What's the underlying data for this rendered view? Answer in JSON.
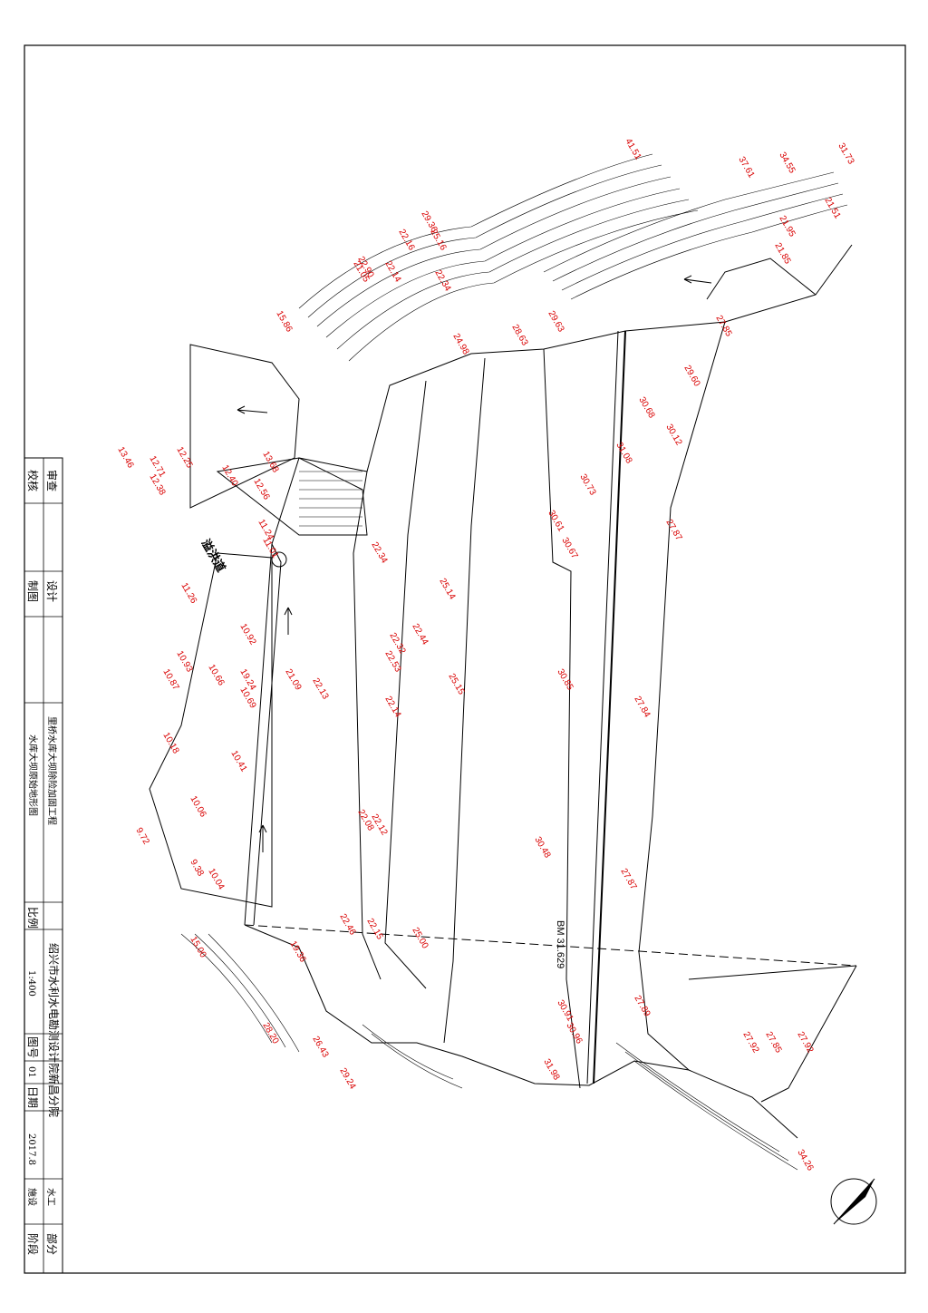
{
  "title_block": {
    "org": "绍兴市水利水电勘测设计院新昌分院",
    "project": "里桥水库大坝除险加固工程",
    "drawing_name": "水库大坝原始地形图",
    "labels": {
      "review": "审查",
      "check": "校核",
      "design": "设计",
      "draft": "制图",
      "scale": "比例",
      "drawing_no": "图号",
      "date": "日期",
      "part": "部分",
      "stage": "阶段"
    },
    "values": {
      "scale": "1:400",
      "drawing_no": "01",
      "date": "2017.8",
      "part": "水工",
      "stage": "施设"
    }
  },
  "map": {
    "feature_label": "溢洪道",
    "section_label": "BM 31.629",
    "elevations": [
      "41.51",
      "37.61",
      "34.55",
      "31.73",
      "21.51",
      "21.95",
      "21.85",
      "29.36",
      "25.16",
      "22.16",
      "22.90",
      "21.05",
      "15.86",
      "22.14",
      "22.34",
      "24.98",
      "28.63",
      "29.63",
      "27.85",
      "29.60",
      "30.68",
      "31.08",
      "30.12",
      "30.73",
      "30.61",
      "30.67",
      "27.87",
      "13.46",
      "12.71",
      "12.25",
      "12.38",
      "12.56",
      "13.68",
      "12.40",
      "11.24",
      "11.01",
      "11.26",
      "10.92",
      "10.93",
      "10.87",
      "10.66",
      "10.69",
      "10.41",
      "10.18",
      "10.06",
      "9.72",
      "9.38",
      "10.04",
      "19.24",
      "21.09",
      "22.13",
      "22.53",
      "22.14",
      "22.32",
      "22.44",
      "25.14",
      "22.34",
      "25.15",
      "30.85",
      "27.84",
      "22.08",
      "22.12",
      "30.48",
      "27.87",
      "22.46",
      "22.15",
      "25.00",
      "15.00",
      "19.36",
      "28.20",
      "26.43",
      "29.24",
      "30.91",
      "30.96",
      "31.98",
      "27.89",
      "27.92",
      "27.85",
      "27.92",
      "34.26"
    ]
  }
}
